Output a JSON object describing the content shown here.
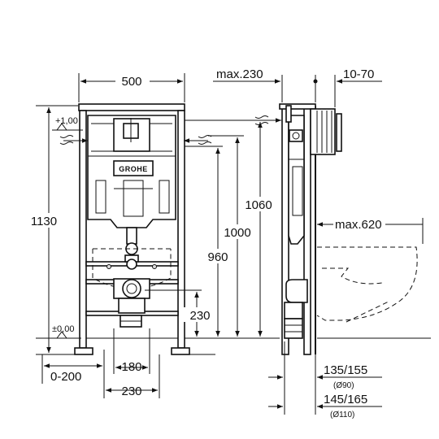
{
  "front_view": {
    "width_label": "500",
    "height_label": "1130",
    "level_top_label": "+1,00",
    "level_zero_label": "±0,00",
    "brand_label": "GROHE",
    "dim_1060": "1060",
    "dim_1000": "1000",
    "dim_960": "960",
    "dim_230_vertical": "230",
    "dim_0_200": "0-200",
    "dim_180": "180",
    "dim_230_horizontal": "230"
  },
  "side_view": {
    "max_depth_label": "max.230",
    "depth_range_label": "10-70",
    "max_projection_label": "max.620",
    "dim_135_155": "135/155",
    "dia_90": "(Ø90)",
    "dim_145_165": "145/165",
    "dia_110": "(Ø110)"
  }
}
